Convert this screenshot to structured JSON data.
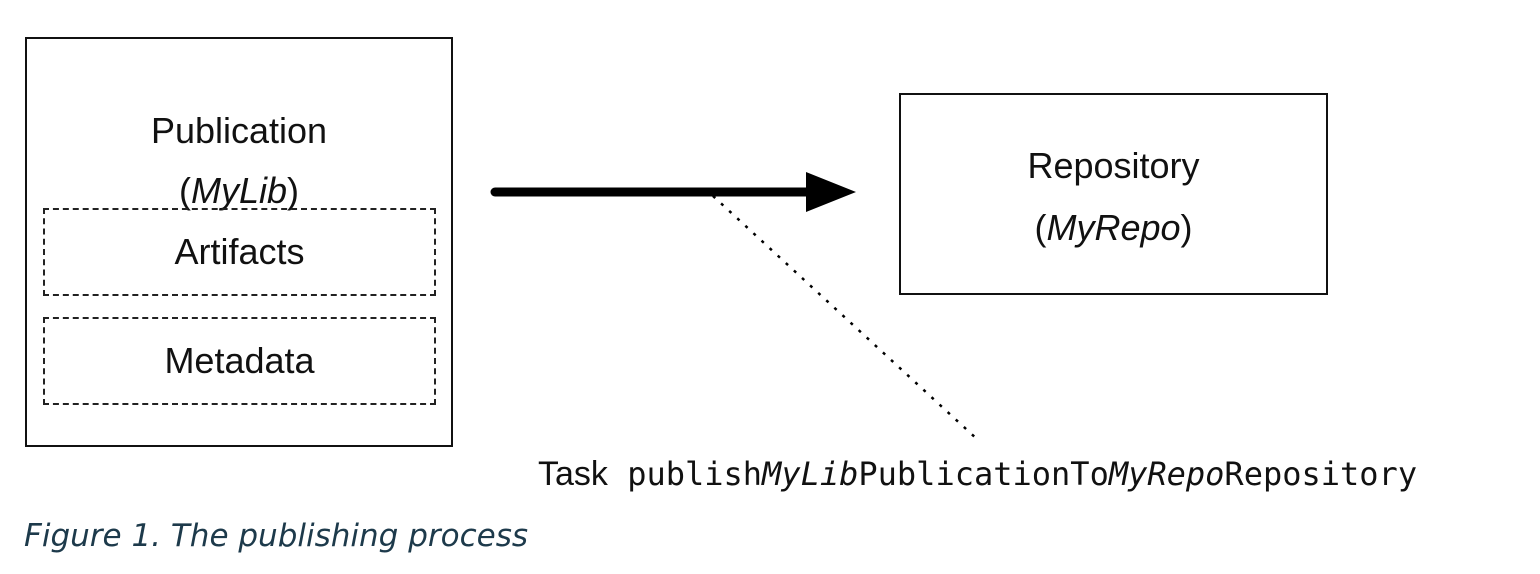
{
  "publication": {
    "title": "Publication",
    "paren_open": "(",
    "name": "MyLib",
    "paren_close": ")",
    "components": [
      "Artifacts",
      "Metadata"
    ]
  },
  "repository": {
    "title": "Repository",
    "paren_open": "(",
    "name": "MyRepo",
    "paren_close": ")"
  },
  "task": {
    "prefix": "Task",
    "part1": "publish",
    "part2": "MyLib",
    "part3": "PublicationTo",
    "part4": "MyRepo",
    "part5": "Repository"
  },
  "caption": "Figure 1. The publishing process"
}
